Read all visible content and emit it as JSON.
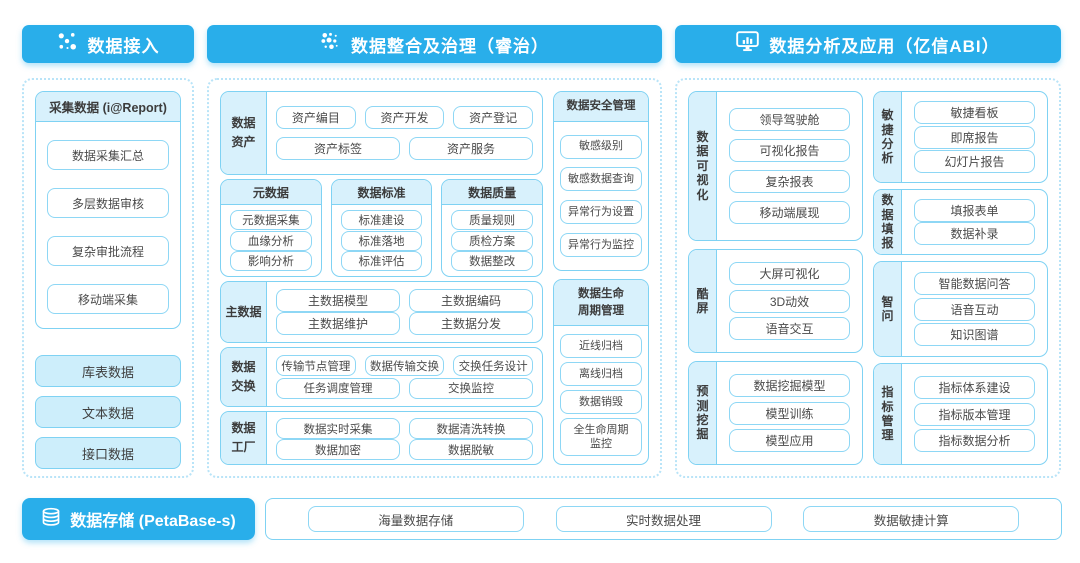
{
  "colors": {
    "primary_blue": "#29aeea",
    "light_blue_fill": "#d8f1fc",
    "source_fill": "#cdeefb",
    "solid_border": "#7fd2f3",
    "dotted_border": "#b9e4f8",
    "text": "#454545"
  },
  "headers": {
    "access": "数据接入",
    "governance": "数据整合及治理（睿治）",
    "analysis": "数据分析及应用（亿信ABI）"
  },
  "left_panel": {
    "collect_title": "采集数据 (i@Report)",
    "collect_items": [
      "数据采集汇总",
      "多层数据审核",
      "复杂审批流程",
      "移动端采集"
    ],
    "source_items": [
      "库表数据",
      "文本数据",
      "接口数据"
    ]
  },
  "middle_panel": {
    "asset_label": "数据\n资产",
    "asset_row1": [
      "资产编目",
      "资产开发",
      "资产登记"
    ],
    "asset_row2": [
      "资产标签",
      "资产服务"
    ],
    "meta_title": "元数据",
    "meta_items": [
      "元数据采集",
      "血缘分析",
      "影响分析"
    ],
    "standard_title": "数据标准",
    "standard_items": [
      "标准建设",
      "标准落地",
      "标准评估"
    ],
    "quality_title": "数据质量",
    "quality_items": [
      "质量规则",
      "质检方案",
      "数据整改"
    ],
    "master_label": "主数据",
    "master_row1": [
      "主数据模型",
      "主数据编码"
    ],
    "master_row2": [
      "主数据维护",
      "主数据分发"
    ],
    "exchange_label": "数据\n交换",
    "exchange_row1": [
      "传输节点管理",
      "数据传输交换",
      "交换任务设计"
    ],
    "exchange_row2": [
      "任务调度管理",
      "交换监控"
    ],
    "factory_label": "数据\n工厂",
    "factory_row1": [
      "数据实时采集",
      "数据清洗转换"
    ],
    "factory_row2": [
      "数据加密",
      "数据脱敏"
    ],
    "security_title": "数据安全管理",
    "security_items": [
      "敏感级别",
      "敏感数据查询",
      "异常行为设置",
      "异常行为监控"
    ],
    "lifecycle_title": "数据生命\n周期管理",
    "lifecycle_items": [
      "近线归档",
      "离线归档",
      "数据销毁",
      "全生命周期\n监控"
    ]
  },
  "right_panel": {
    "vis_label": "数\n据\n可\n视\n化",
    "vis_items": [
      "领导驾驶舱",
      "可视化报告",
      "复杂报表",
      "移动端展现"
    ],
    "cool_label": "酷\n屏",
    "cool_items": [
      "大屏可视化",
      "3D动效",
      "语音交互"
    ],
    "mining_label": "预\n测\n挖\n掘",
    "mining_items": [
      "数据挖掘模型",
      "模型训练",
      "模型应用"
    ],
    "agile_label": "敏\n捷\n分\n析",
    "agile_items": [
      "敏捷看板",
      "即席报告",
      "幻灯片报告"
    ],
    "fill_label": "数\n据\n填\n报",
    "fill_items": [
      "填报表单",
      "数据补录"
    ],
    "ask_label": "智\n问",
    "ask_items": [
      "智能数据问答",
      "语音互动",
      "知识图谱"
    ],
    "indicator_label": "指\n标\n管\n理",
    "indicator_items": [
      "指标体系建设",
      "指标版本管理",
      "指标数据分析"
    ]
  },
  "bottom": {
    "storage_label": "数据存储 (PetaBase-s)",
    "items": [
      "海量数据存储",
      "实时数据处理",
      "数据敏捷计算"
    ]
  }
}
